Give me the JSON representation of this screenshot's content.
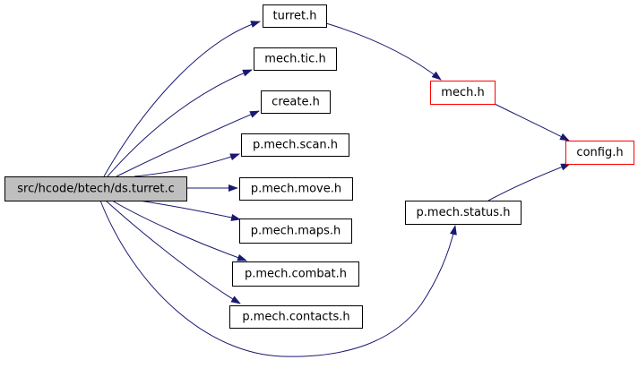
{
  "colors": {
    "edge": "#191970",
    "border_normal": "#000000",
    "border_truncated": "#ff0000",
    "fill_root": "#bfbfbf",
    "fill_normal": "#ffffff"
  },
  "nodes": [
    {
      "id": "root",
      "label": "src/hcode/btech/ds.turret.c",
      "style": "root"
    },
    {
      "id": "turret_h",
      "label": "turret.h",
      "style": "normal"
    },
    {
      "id": "mech_tic_h",
      "label": "mech.tic.h",
      "style": "normal"
    },
    {
      "id": "create_h",
      "label": "create.h",
      "style": "normal"
    },
    {
      "id": "p_mech_scan_h",
      "label": "p.mech.scan.h",
      "style": "normal"
    },
    {
      "id": "p_mech_move_h",
      "label": "p.mech.move.h",
      "style": "normal"
    },
    {
      "id": "p_mech_maps_h",
      "label": "p.mech.maps.h",
      "style": "normal"
    },
    {
      "id": "p_mech_combat_h",
      "label": "p.mech.combat.h",
      "style": "normal"
    },
    {
      "id": "p_mech_contacts_h",
      "label": "p.mech.contacts.h",
      "style": "normal"
    },
    {
      "id": "p_mech_status_h",
      "label": "p.mech.status.h",
      "style": "normal"
    },
    {
      "id": "mech_h",
      "label": "mech.h",
      "style": "truncated"
    },
    {
      "id": "config_h",
      "label": "config.h",
      "style": "truncated"
    }
  ],
  "edges": [
    {
      "from": "root",
      "to": "turret_h"
    },
    {
      "from": "root",
      "to": "mech_tic_h"
    },
    {
      "from": "root",
      "to": "create_h"
    },
    {
      "from": "root",
      "to": "p_mech_scan_h"
    },
    {
      "from": "root",
      "to": "p_mech_move_h"
    },
    {
      "from": "root",
      "to": "p_mech_maps_h"
    },
    {
      "from": "root",
      "to": "p_mech_combat_h"
    },
    {
      "from": "root",
      "to": "p_mech_contacts_h"
    },
    {
      "from": "root",
      "to": "p_mech_status_h"
    },
    {
      "from": "turret_h",
      "to": "mech_h"
    },
    {
      "from": "mech_h",
      "to": "config_h"
    },
    {
      "from": "p_mech_status_h",
      "to": "config_h"
    }
  ]
}
